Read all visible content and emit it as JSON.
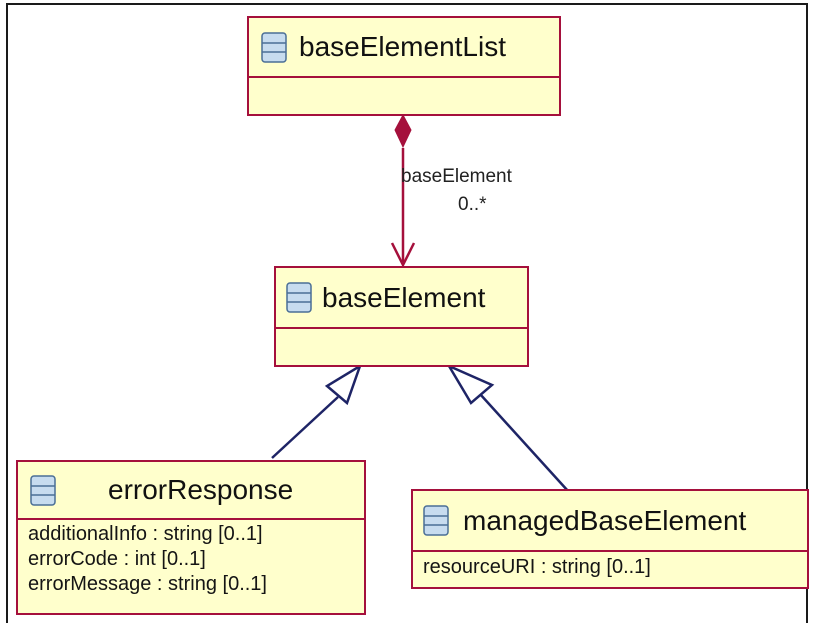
{
  "diagram": {
    "classes": [
      {
        "id": "base-element-list",
        "name": "baseElementList",
        "attributes": []
      },
      {
        "id": "base-element",
        "name": "baseElement",
        "attributes": []
      },
      {
        "id": "error-response",
        "name": "errorResponse",
        "attributes": [
          "additionalInfo : string [0..1]",
          "errorCode : int [0..1]",
          "errorMessage : string [0..1]"
        ]
      },
      {
        "id": "managed-base-element",
        "name": "managedBaseElement",
        "attributes": [
          "resourceURI : string [0..1]"
        ]
      }
    ],
    "relationships": [
      {
        "type": "composition",
        "from": "baseElementList",
        "to": "baseElement",
        "role": "baseElement",
        "multiplicity": "0..*"
      },
      {
        "type": "generalization",
        "from": "errorResponse",
        "to": "baseElement"
      },
      {
        "type": "generalization",
        "from": "managedBaseElement",
        "to": "baseElement"
      }
    ]
  },
  "icons": {
    "class": "class-icon"
  },
  "colors": {
    "class_fill": "#ffffcc",
    "class_border": "#a5103c",
    "composition": "#a5103c",
    "generalization": "#1e2466",
    "icon_fill": "#c7dcef",
    "icon_stroke": "#4a6e96"
  }
}
